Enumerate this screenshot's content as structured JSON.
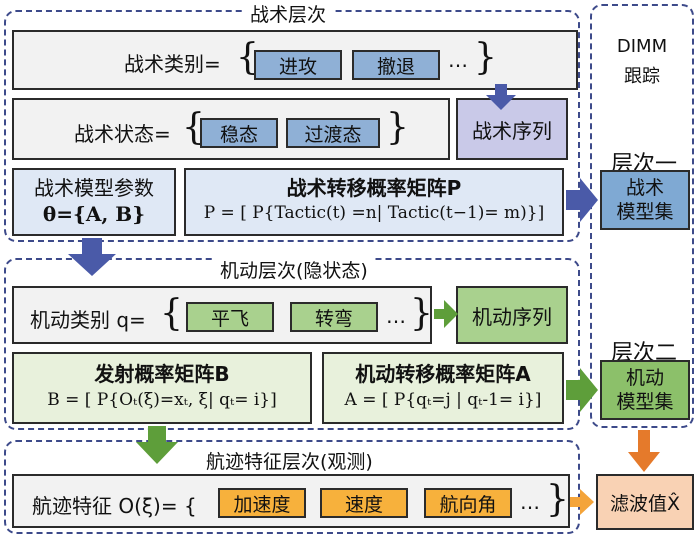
{
  "tactic_level": {
    "title": "战术层次",
    "category_label": "战术类别=",
    "category_items": [
      "进攻",
      "撤退"
    ],
    "category_more": "…",
    "state_label": "战术状态=",
    "state_items": [
      "稳态",
      "过渡态"
    ],
    "sequence": "战术序列",
    "param_line1": "战术模型参数",
    "param_line2": "θ={A, B}",
    "transition_title": "战术转移概率矩阵P",
    "transition_formula": "P = [ P{Tactic(t) =n| Tactic(t−1)= m)}]"
  },
  "maneuver_level": {
    "title": "机动层次(隐状态)",
    "category_label": "机动类别 q=",
    "category_items": [
      "平飞",
      "转弯"
    ],
    "category_more": "…",
    "sequence": "机动序列",
    "emission_title": "发射概率矩阵B",
    "emission_formula": "B = [ P{Oₜ(ξ)=xₜ, ξ| qₜ= i}]",
    "transition_title": "机动转移概率矩阵A",
    "transition_formula": "A = [ P{qₜ=j | qₜ-1= i}]"
  },
  "track_level": {
    "title": "航迹特征层次(观测)",
    "label": "航迹特征 O(ξ)= {",
    "items": [
      "加速度",
      "速度",
      "航向角"
    ],
    "more": "…"
  },
  "dimm": {
    "title_line1": "DIMM",
    "title_line2": "跟踪",
    "level1": "层次一",
    "level1_box": [
      "战术",
      "模型集"
    ],
    "level2": "层次二",
    "level2_box": [
      "机动",
      "模型集"
    ],
    "filter": "滤波值X̂"
  },
  "colors": {
    "dash_border": "#3d4a8a",
    "arrow_blue": "#4a5aa8",
    "arrow_green": "#5e9e3a",
    "arrow_orange": "#f4a43a",
    "arrow_orange_dark": "#e57a2b"
  }
}
